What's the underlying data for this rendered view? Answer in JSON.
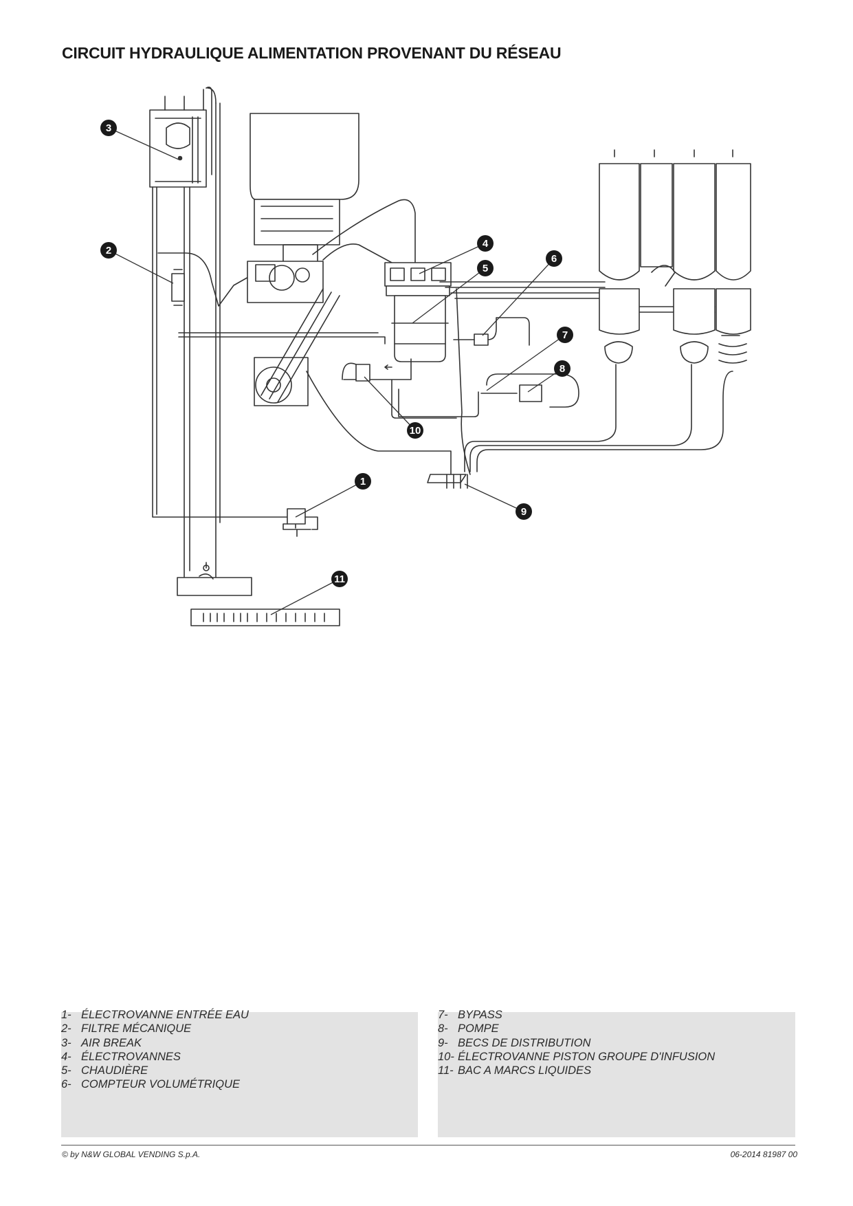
{
  "page": {
    "title": "CIRCUIT HYDRAULIQUE ALIMENTATION PROVENANT DU RÉSEAU"
  },
  "diagram": {
    "callouts": [
      "1",
      "2",
      "3",
      "4",
      "5",
      "6",
      "7",
      "8",
      "9",
      "10",
      "11"
    ]
  },
  "legend": {
    "left": [
      {
        "num": "1-",
        "label": "ÉLECTROVANNE ENTRÉE EAU"
      },
      {
        "num": "2-",
        "label": "FILTRE MÉCANIQUE"
      },
      {
        "num": "3-",
        "label": "AIR BREAK"
      },
      {
        "num": "4-",
        "label": "ÉLECTROVANNES"
      },
      {
        "num": "5-",
        "label": "CHAUDIÈRE"
      },
      {
        "num": "6-",
        "label": "COMPTEUR VOLUMÉTRIQUE"
      }
    ],
    "right": [
      {
        "num": "7-",
        "label": "BYPASS"
      },
      {
        "num": "8-",
        "label": "POMPE"
      },
      {
        "num": "9-",
        "label": "BECS DE DISTRIBUTION"
      },
      {
        "num": "10-",
        "label": "ÉLECTROVANNE PISTON GROUPE D'INFUSION"
      },
      {
        "num": "11-",
        "label": "BAC A MARCS LIQUIDES"
      }
    ]
  },
  "footer": {
    "copyright": "© by N&W GLOBAL VENDING S.p.A.",
    "doc_code": "06-2014 81987 00"
  }
}
